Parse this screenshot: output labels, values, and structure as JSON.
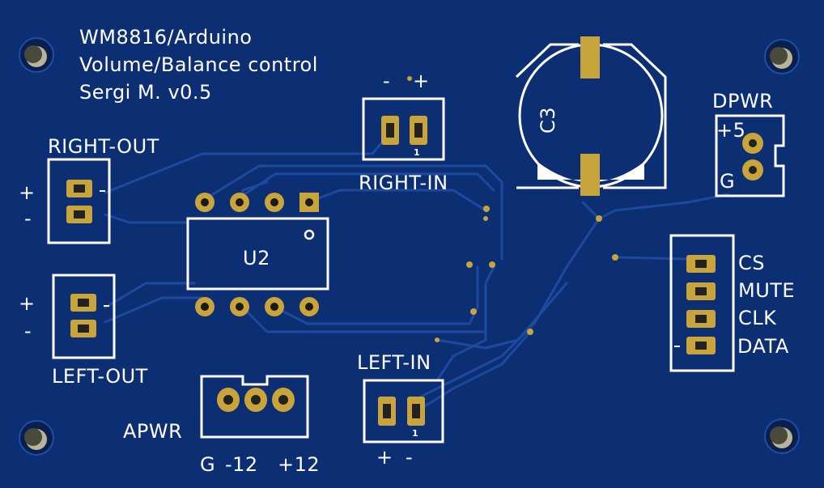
{
  "title": {
    "line1": "WM8816/Arduino",
    "line2": "Volume/Balance control",
    "line3": "Sergi M. v0.5"
  },
  "connectors": {
    "right_out": {
      "label": "RIGHT-OUT",
      "plus": "+",
      "minus": "-"
    },
    "left_out": {
      "label": "LEFT-OUT",
      "plus": "+",
      "minus": "-"
    },
    "right_in": {
      "label": "RIGHT-IN",
      "minus": "-",
      "plus": "+",
      "pin1": "1"
    },
    "left_in": {
      "label": "LEFT-IN",
      "plus": "+",
      "minus": "-",
      "pin1": "1"
    },
    "apwr": {
      "label": "APWR",
      "pin_g": "G",
      "pin_m12": "-12",
      "pin_p12": "+12"
    },
    "dpwr": {
      "label": "DPWR",
      "pin_p5": "+5",
      "pin_g": "G"
    },
    "control": {
      "pins": [
        "CS",
        "MUTE",
        "CLK",
        "DATA"
      ]
    }
  },
  "components": {
    "ic": {
      "ref": "U2"
    },
    "capacitor": {
      "ref": "C3"
    }
  },
  "colors": {
    "board": "#0c2e73",
    "trace": "#1e4ea8",
    "pad": "#c9a43a",
    "silkscreen": "#ffffff"
  }
}
